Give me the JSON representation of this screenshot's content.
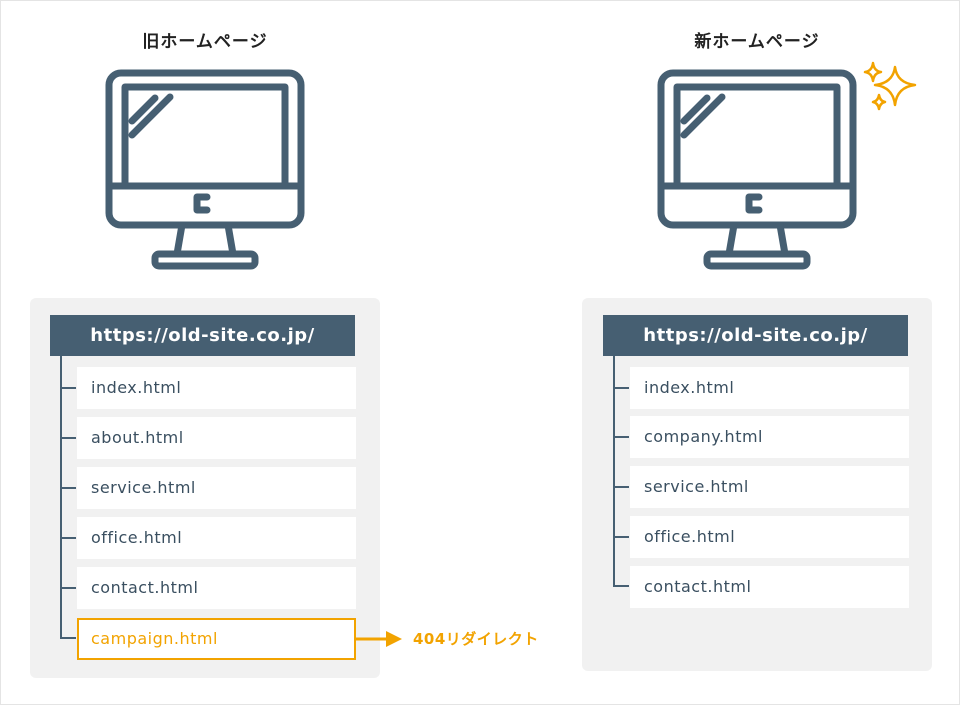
{
  "colors": {
    "accent": "#465f72",
    "highlight": "#f2a300",
    "panel_bg": "#f1f1f1"
  },
  "old_site": {
    "heading": "旧ホームページ",
    "url": "https://old-site.co.jp/",
    "pages": [
      "index.html",
      "about.html",
      "service.html",
      "office.html",
      "contact.html"
    ],
    "redirect_page": "campaign.html",
    "redirect_label": "404リダイレクト"
  },
  "new_site": {
    "heading": "新ホームページ",
    "url": "https://old-site.co.jp/",
    "pages": [
      "index.html",
      "company.html",
      "service.html",
      "office.html",
      "contact.html"
    ]
  },
  "icons": {
    "monitor": "desktop-monitor-icon",
    "sparkle": "sparkle-icon",
    "arrow": "arrow-right-icon"
  }
}
